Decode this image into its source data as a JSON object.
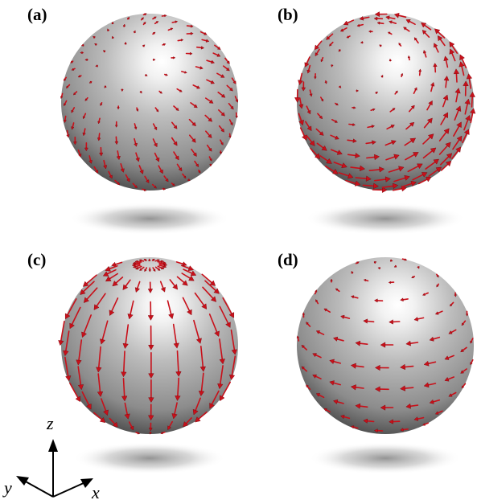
{
  "panels": [
    {
      "label": "(a)",
      "field": "radial-from-front-point"
    },
    {
      "label": "(b)",
      "field": "vortex-around-front-point"
    },
    {
      "label": "(c)",
      "field": "meridional-downward"
    },
    {
      "label": "(d)",
      "field": "azimuthal-circulation"
    }
  ],
  "axes": {
    "z": "z",
    "y": "y",
    "x": "x"
  },
  "colors": {
    "arrow": "#c8101a",
    "arrow_dark": "#7a0008",
    "sphere_light": "#ffffff",
    "sphere_mid": "#a9a9a9",
    "sphere_dark": "#3e3e3e",
    "shadow": "#9a9a9a"
  }
}
